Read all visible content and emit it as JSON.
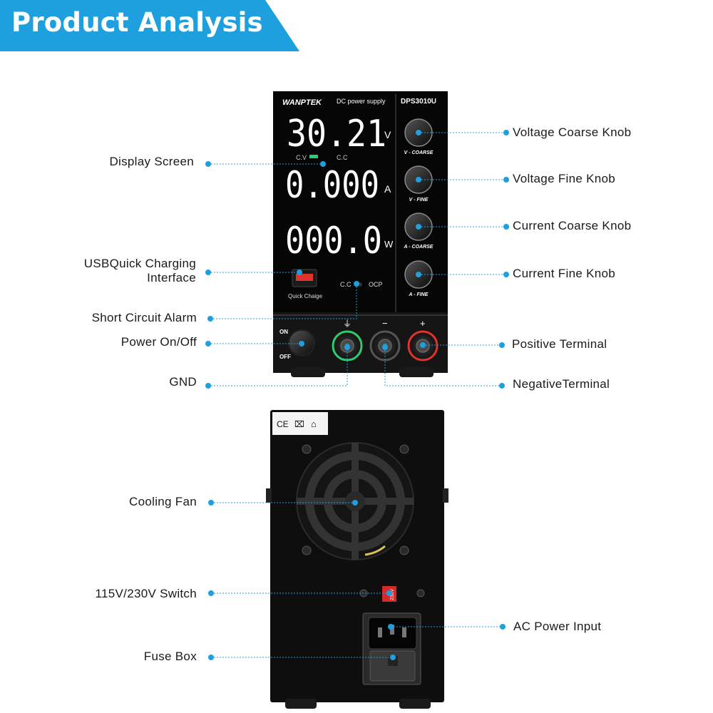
{
  "banner": {
    "title": "Product Analysis",
    "color": "#1fa0de"
  },
  "front_panel": {
    "brand": "WANPTEK",
    "subtitle": "DC  power supply",
    "model": "DPS3010U",
    "voltage_reading": "30.21",
    "voltage_unit": "V",
    "current_reading": "0.000",
    "current_unit": "A",
    "power_reading": "000.0",
    "power_unit": "W",
    "cv_label": "C.V",
    "cc_label": "C.C",
    "cc_label_bottom": "C.C",
    "ocp_label": "OCP",
    "usb_label": "Quick Chaige",
    "knobs": [
      {
        "label": "V - COARSE"
      },
      {
        "label": "V - FINE"
      },
      {
        "label": "A - COARSE"
      },
      {
        "label": "A - FINE"
      }
    ],
    "power_on": "ON",
    "power_off": "OFF",
    "terminal_gnd_symbol": "⏚",
    "terminal_neg_symbol": "−",
    "terminal_pos_symbol": "+"
  },
  "back_panel": {
    "voltage_switch_text": "230V",
    "cert_marks": [
      "CE",
      "⌧",
      "⌂"
    ]
  },
  "callouts": {
    "display_screen": "Display Screen",
    "usb_line1": "USBQuick Charging",
    "usb_line2": "Interface",
    "short_circuit_alarm": "Short Circuit Alarm",
    "power_on_off": "Power On/Off",
    "gnd": "GND",
    "voltage_coarse_knob": "Voltage Coarse Knob",
    "voltage_fine_knob": "Voltage Fine Knob",
    "current_coarse_knob": "Current Coarse Knob",
    "current_fine_knob": "Current Fine Knob",
    "positive_terminal": "Positive Terminal",
    "negative_terminal": "NegativeTerminal",
    "cooling_fan": "Cooling Fan",
    "voltage_switch": "115V/230V Switch",
    "fuse_box": "Fuse Box",
    "ac_power_input": "AC Power Input"
  },
  "colors": {
    "accent": "#1fa0de",
    "led": "#ffffff",
    "device": "#0c0c0c"
  }
}
